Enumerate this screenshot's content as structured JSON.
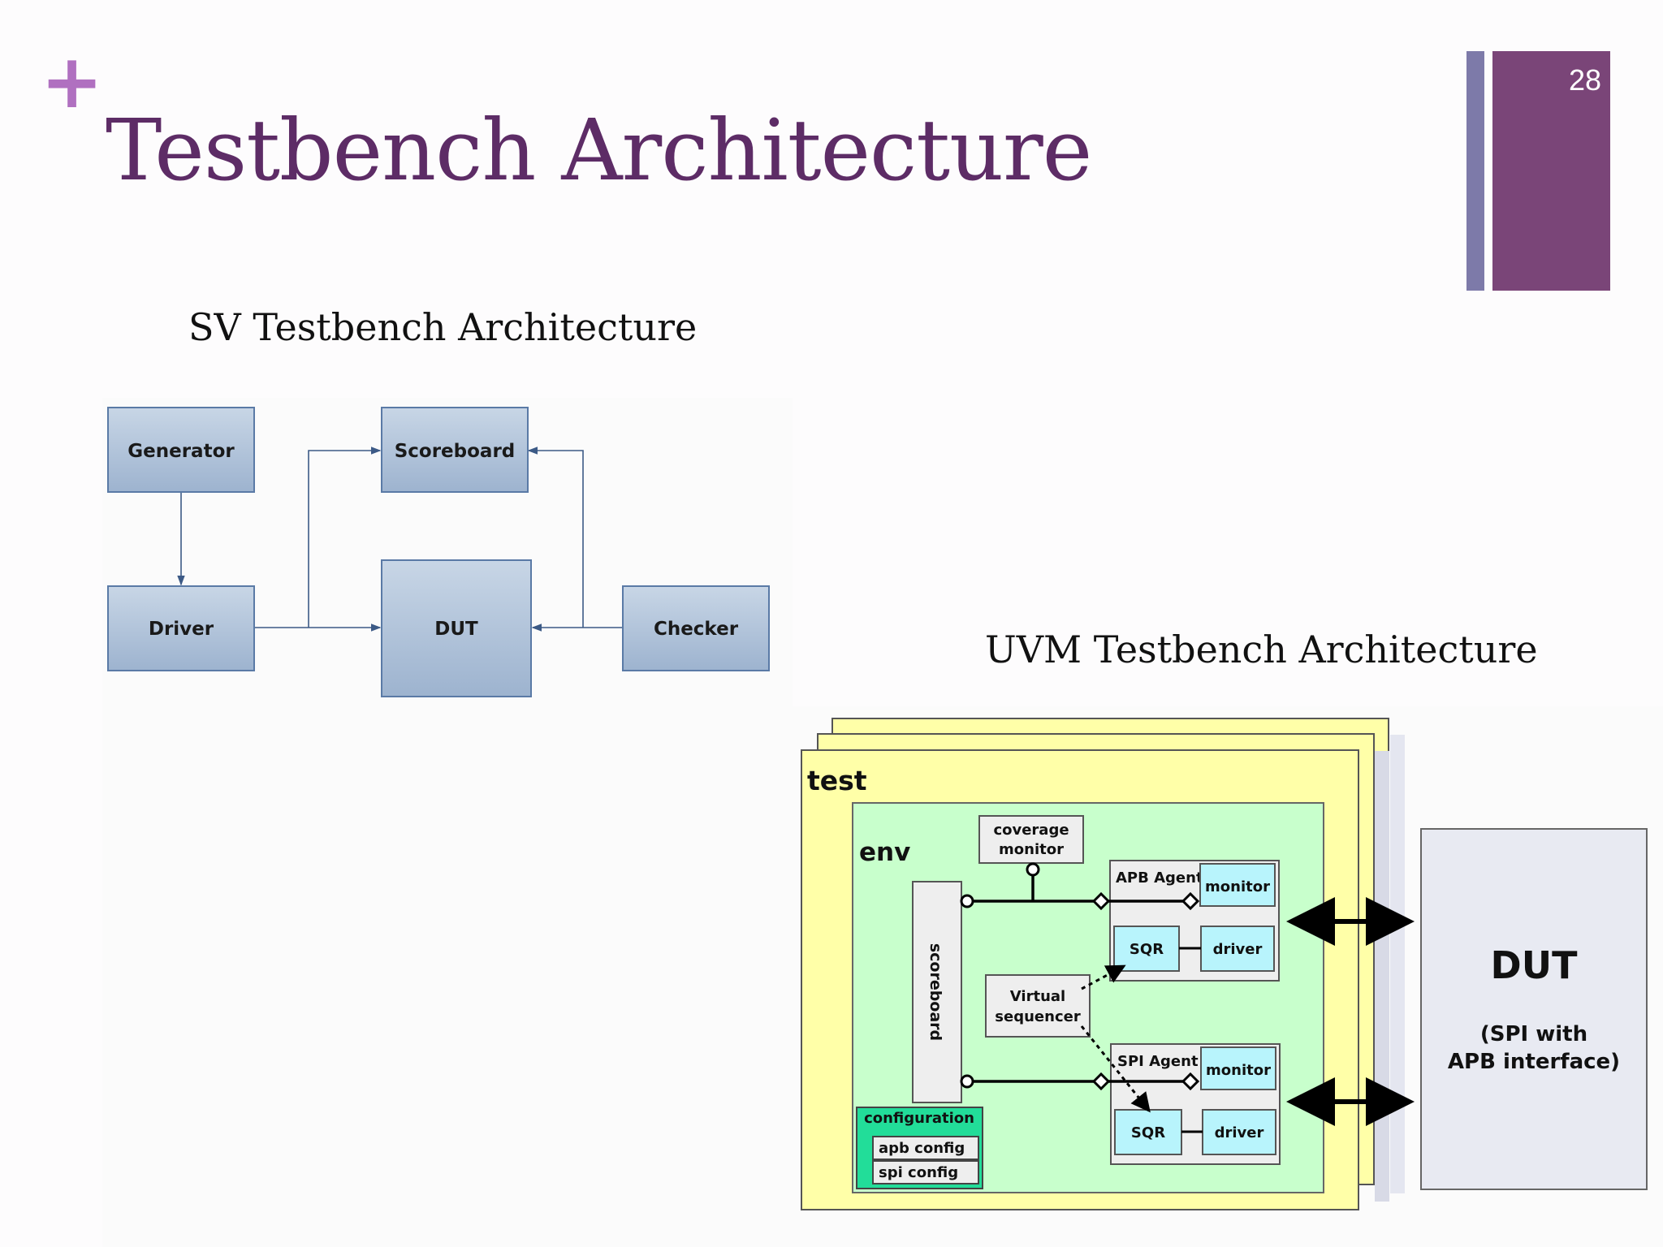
{
  "slide": {
    "plus_symbol": "+",
    "title": "Testbench Architecture",
    "page_number": "28"
  },
  "sv": {
    "subtitle": "SV Testbench Architecture",
    "blocks": {
      "generator": "Generator",
      "scoreboard": "Scoreboard",
      "driver": "Driver",
      "dut": "DUT",
      "checker": "Checker"
    }
  },
  "uvm": {
    "subtitle": "UVM Testbench Architecture",
    "test_label": "test",
    "env_label": "env",
    "coverage_monitor": [
      "coverage",
      "monitor"
    ],
    "scoreboard": "scoreboard",
    "virtual_sequencer": [
      "Virtual",
      "sequencer"
    ],
    "apb_agent": {
      "label": "APB Agent",
      "monitor": "monitor",
      "sqr": "SQR",
      "driver": "driver"
    },
    "spi_agent": {
      "label": "SPI Agent",
      "monitor": "monitor",
      "sqr": "SQR",
      "driver": "driver"
    },
    "configuration": {
      "label": "configuration",
      "items": [
        "apb config",
        "spi config"
      ]
    },
    "dut": {
      "title": "DUT",
      "subtitle": [
        "(SPI with",
        "APB interface)"
      ]
    }
  },
  "colors": {
    "title": "#5d2c66",
    "plus": "#b070c0",
    "bar_blue": "#7d7aa9",
    "bar_purple": "#7a4578",
    "sv_block": "#a9bed6",
    "test_yellow": "#ffffa8",
    "env_green": "#c8ffcc",
    "agent_cyan": "#b8f4fc",
    "config_green": "#22dd99",
    "dut_gray": "#e8eaf2"
  }
}
